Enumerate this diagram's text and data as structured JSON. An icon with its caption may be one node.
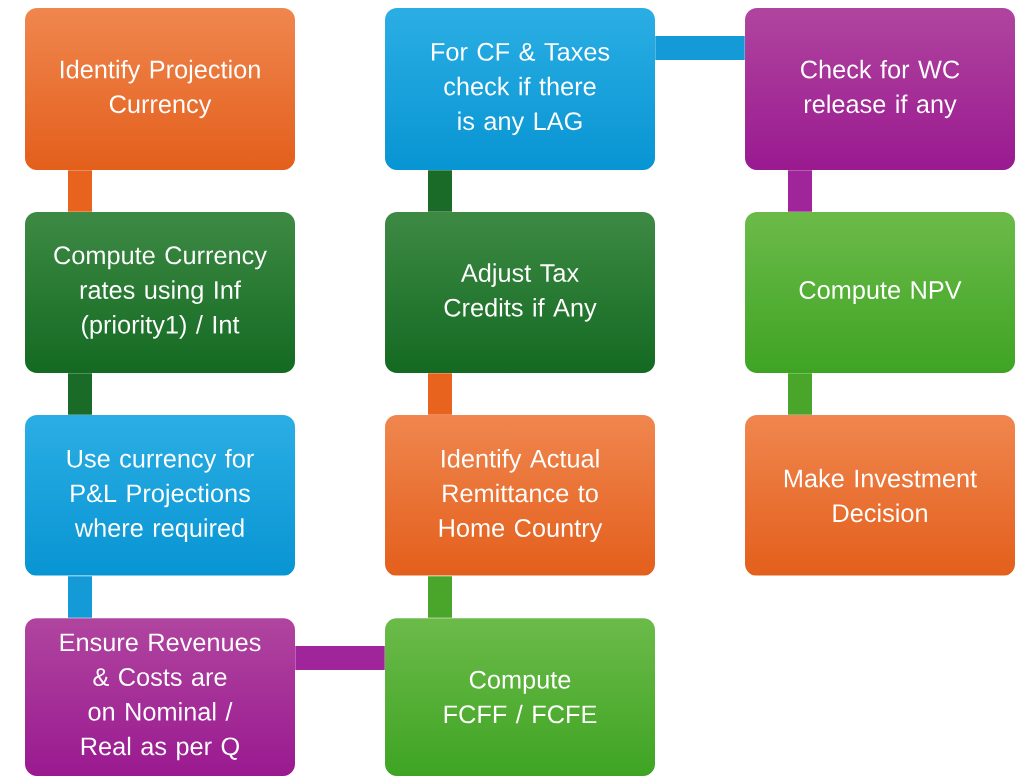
{
  "diagram": {
    "nodes": [
      {
        "text": [
          "Identify Projection Currency"
        ]
      },
      {
        "text": [
          "Compute Currency rates using Inf (priority1) / Int"
        ]
      },
      {
        "text": [
          "Use currency for P&L Projections where required"
        ]
      },
      {
        "text": [
          "Ensure Revenues & Costs are on Nominal / Real as per Q"
        ]
      },
      {
        "text": [
          "Compute FCFF / FCFE"
        ]
      },
      {
        "text": [
          "Identify Actual Remittance to Home Country"
        ]
      },
      {
        "text": [
          "Adjust Tax Credits if Any"
        ]
      },
      {
        "text": [
          "For CF & Taxes check if there is any LAG"
        ]
      },
      {
        "text": [
          "Check for WC release if any"
        ]
      },
      {
        "text": [
          "Compute NPV"
        ]
      },
      {
        "text": [
          "Make Investment Decision"
        ]
      }
    ],
    "edges": [
      {
        "from": 0,
        "to": 1,
        "arrow": "none",
        "color": "#e8641e"
      },
      {
        "from": 1,
        "to": 2,
        "arrow": "none",
        "color": "#1b6b28"
      },
      {
        "from": 2,
        "to": 3,
        "arrow": "none",
        "color": "#149ad6"
      },
      {
        "from": 3,
        "to": 4,
        "arrow": "none",
        "color": "#a0259a"
      },
      {
        "from": 4,
        "to": 5,
        "arrow": "none",
        "color": "#4aa62a"
      },
      {
        "from": 5,
        "to": 6,
        "arrow": "none",
        "color": "#e8641e"
      },
      {
        "from": 6,
        "to": 7,
        "arrow": "none",
        "color": "#1b6b28"
      },
      {
        "from": 7,
        "to": 8,
        "arrow": "none",
        "color": "#149ad6"
      },
      {
        "from": 8,
        "to": 9,
        "arrow": "none",
        "color": "#a0259a"
      },
      {
        "from": 9,
        "to": 10,
        "arrow": "none",
        "color": "#4aa62a"
      }
    ]
  }
}
